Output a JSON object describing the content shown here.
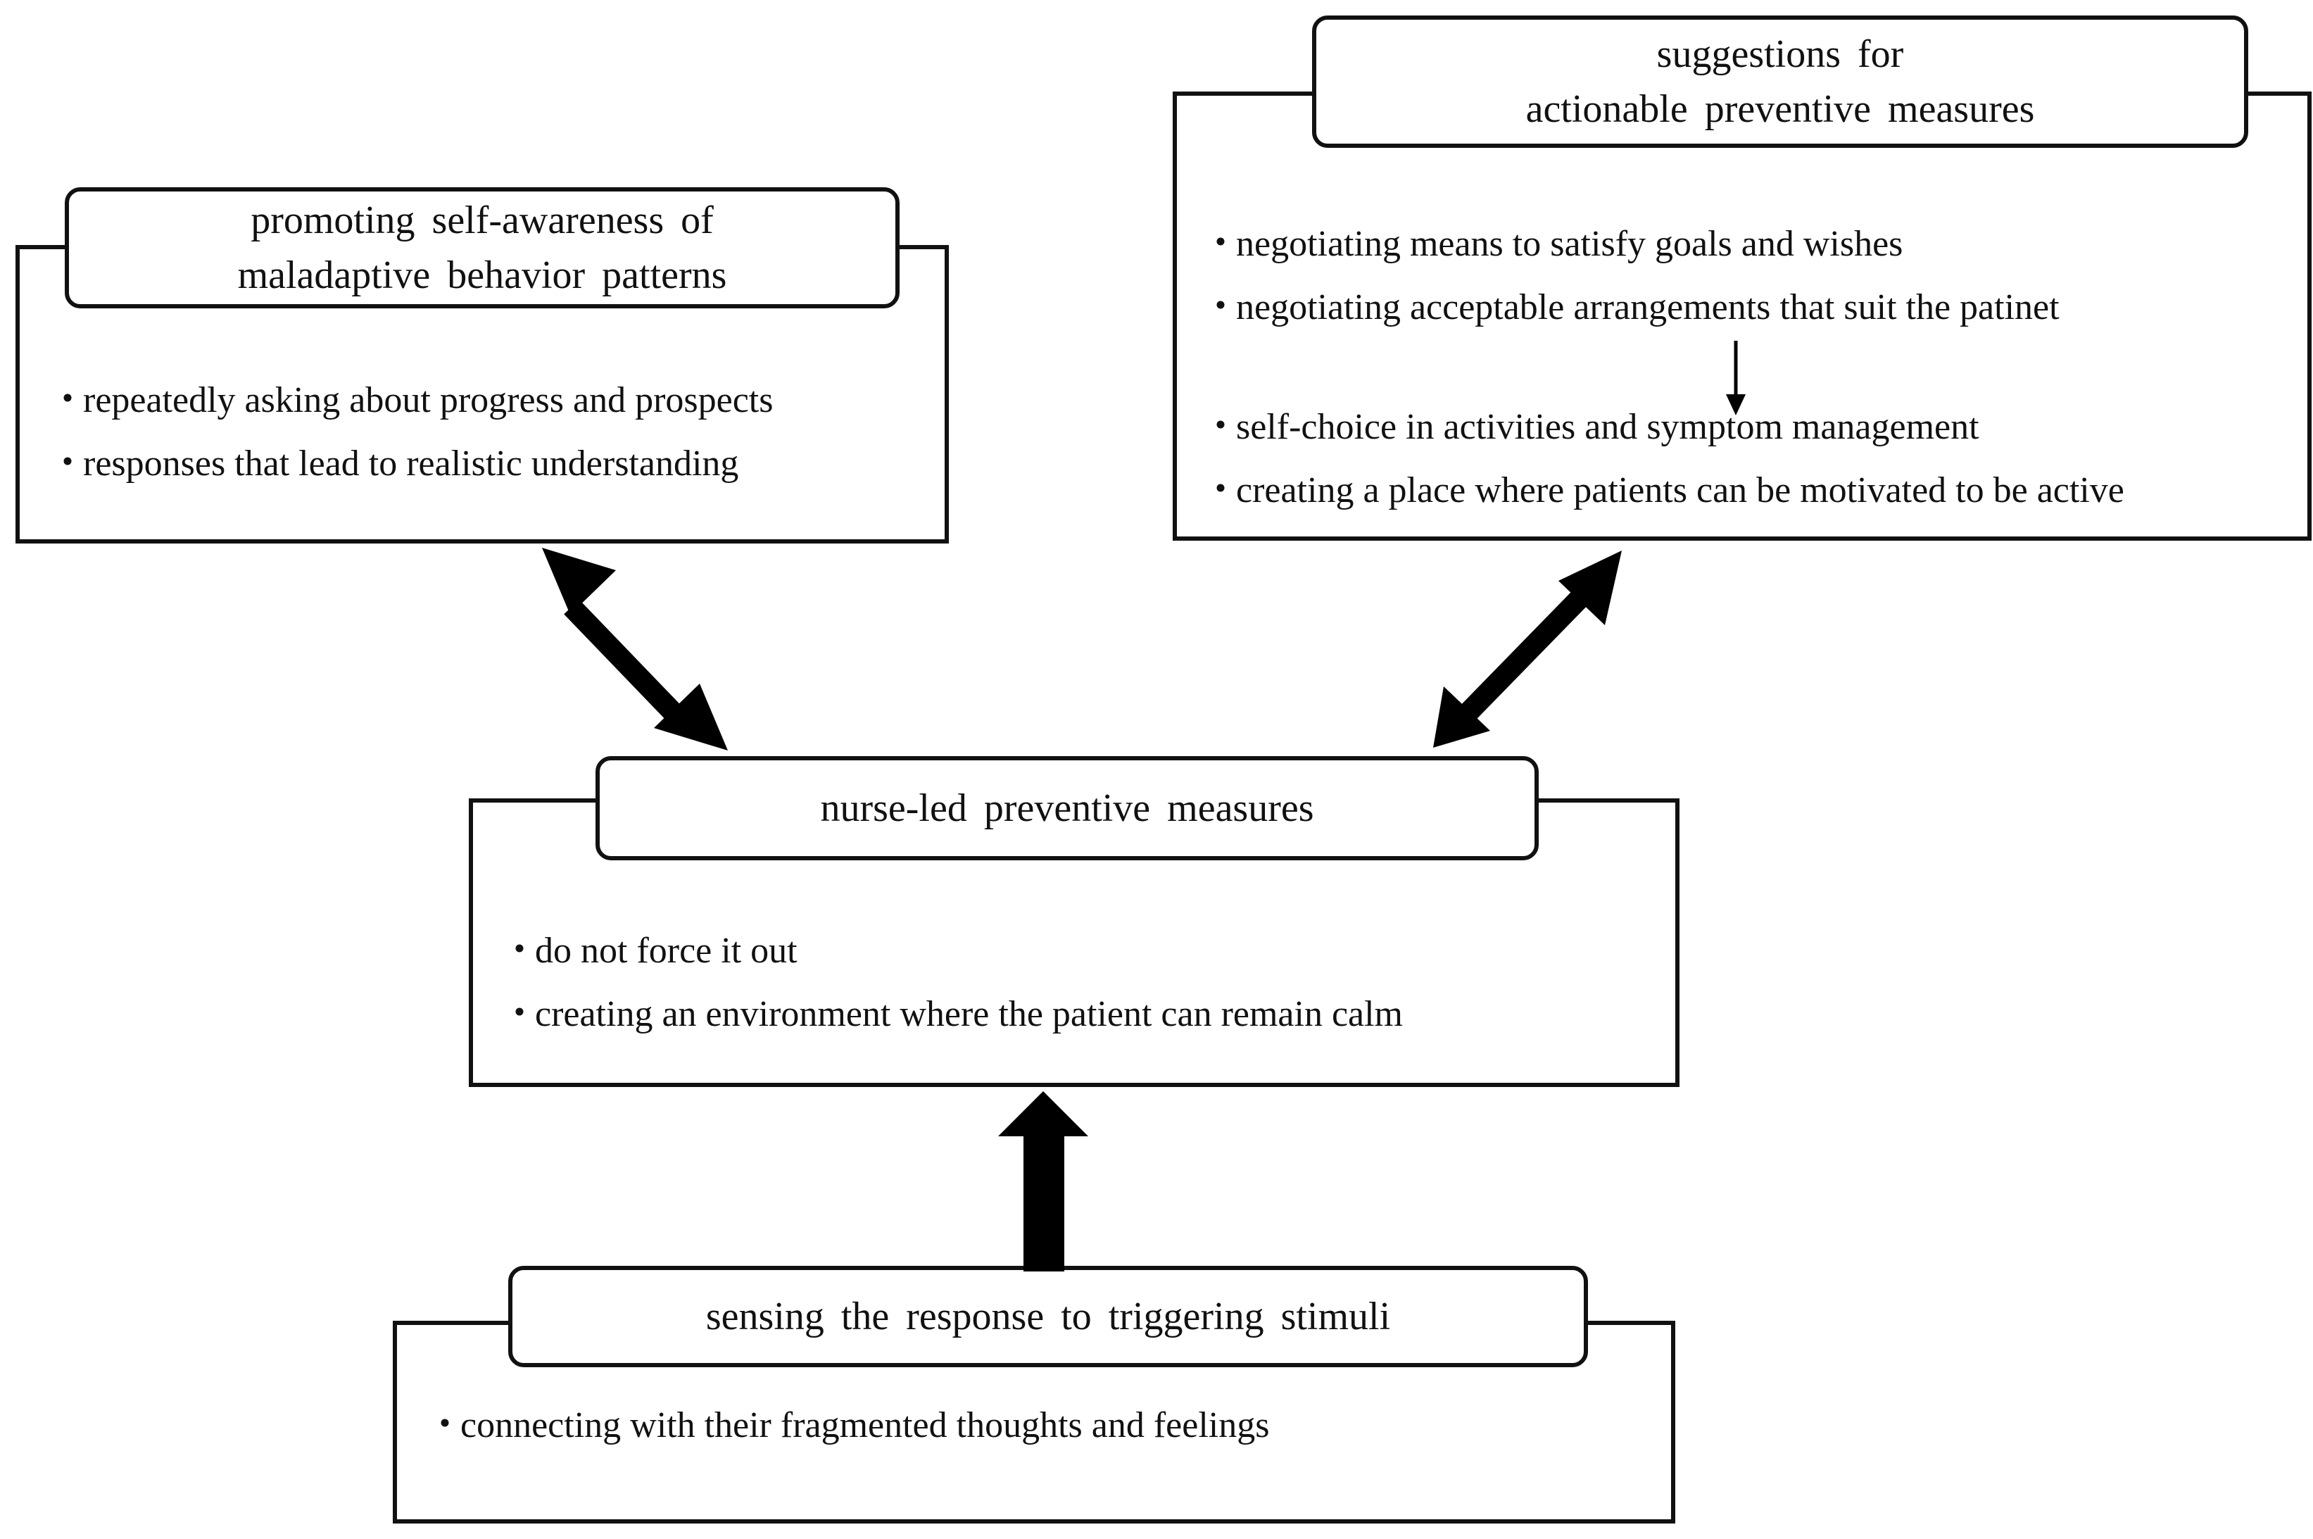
{
  "nodes": {
    "awareness": {
      "title_line1": "promoting self-awareness of",
      "title_line2": "maladaptive behavior patterns",
      "items": [
        "repeatedly asking about progress and prospects",
        "responses that lead to realistic understanding"
      ]
    },
    "suggestions": {
      "title_line1": "suggestions for",
      "title_line2": "actionable preventive measures",
      "items": [
        "negotiating means to satisfy goals and wishes",
        "negotiating acceptable arrangements that suit the patinet",
        "self-choice in activities and symptom management",
        "creating a place where patients can be motivated to be active"
      ]
    },
    "nurse_led": {
      "title": "nurse-led preventive measures",
      "items": [
        "do not force it out",
        "creating an environment where the patient can remain calm"
      ]
    },
    "sensing": {
      "title": "sensing the response to triggering stimuli",
      "items": [
        "connecting with their fragmented thoughts and feelings"
      ]
    }
  },
  "bullet_glyph": "・"
}
